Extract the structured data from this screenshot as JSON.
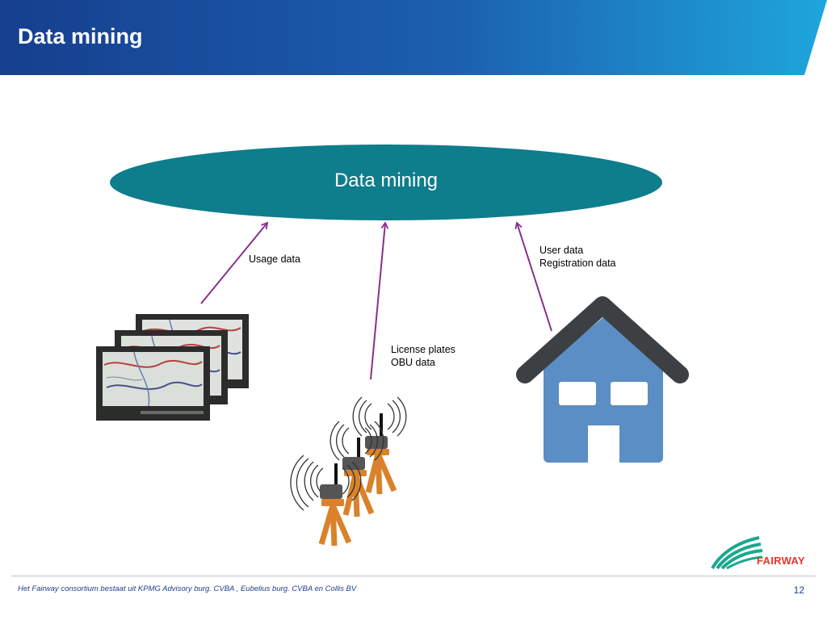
{
  "slide": {
    "title": "Data mining",
    "page_number": "12",
    "footer": "Het  Fairway consortium bestaat uit KPMG Advisory burg. CVBA , Eubelius burg. CVBA en Collis BV"
  },
  "diagram": {
    "center_node": "Data mining",
    "edges": [
      {
        "lines": [
          "Usage data"
        ]
      },
      {
        "lines": [
          "License plates",
          "OBU data"
        ]
      },
      {
        "lines": [
          "User data",
          "Registration data"
        ]
      }
    ]
  },
  "logo": {
    "text": "FAIRWAY"
  },
  "colors": {
    "header_left": "#163f8e",
    "header_right": "#1ea6dc",
    "ellipse": "#0e7d8c",
    "arrow": "#8b2e8e",
    "camera_orange": "#d9822b",
    "house_blue": "#5a8ec4",
    "roof_dark": "#3d4043"
  }
}
